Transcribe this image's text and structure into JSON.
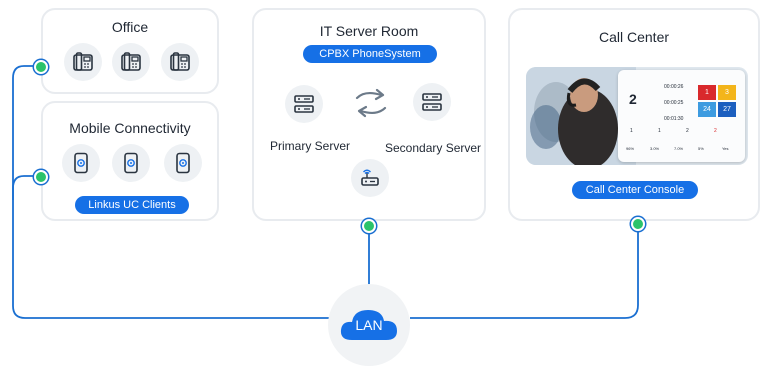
{
  "office": {
    "title": "Office"
  },
  "mobile": {
    "title": "Mobile Connectivity",
    "pill": "Linkus UC Clients"
  },
  "server_room": {
    "title": "IT Server Room",
    "pill": "CPBX PhoneSystem",
    "primary": "Primary Server",
    "secondary": "Secondary Server"
  },
  "call_center": {
    "title": "Call Center",
    "pill": "Call Center Console",
    "dashboard": {
      "big_number": "2",
      "times": [
        "00:00:26",
        "00:00:25",
        "00:01:30"
      ],
      "tiles": [
        "1",
        "3",
        "24",
        "27"
      ],
      "stats": [
        "1",
        "1",
        "2",
        "2"
      ],
      "footer": [
        "96%",
        "3.0%",
        "7.0%",
        "5%",
        "Yes"
      ]
    }
  },
  "lan": {
    "label": "LAN"
  },
  "colors": {
    "accent": "#1670e6",
    "line": "#1a6fd1",
    "node": "#2bc36b",
    "tile_red": "#d9292c",
    "tile_yellow": "#f3b51b",
    "tile_blue": "#3d9be0",
    "tile_navy": "#1c5fbf"
  }
}
